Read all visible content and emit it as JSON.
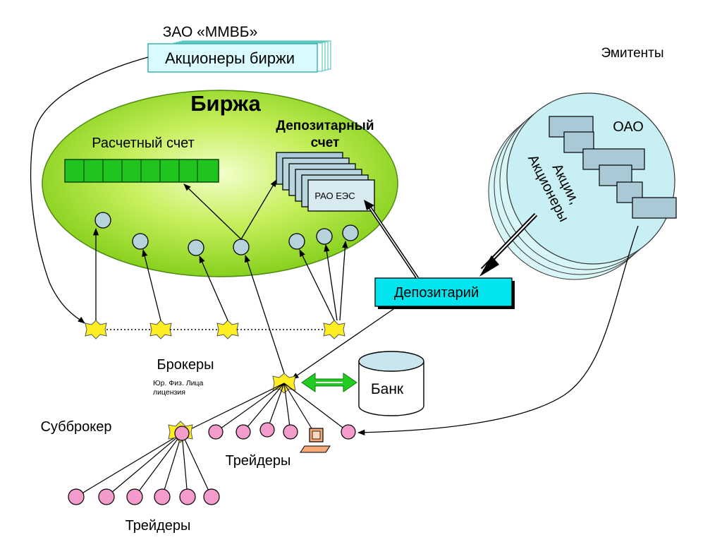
{
  "header": {
    "org": "ЗАО «ММВБ»",
    "shareholders": "Акционеры биржи"
  },
  "exchange": {
    "title": "Биржа",
    "settlement_account": "Расчетный счет",
    "depository_account_line1": "Депозитарный",
    "depository_account_line2": "счет",
    "rao_card": "РАО ЕЭС"
  },
  "issuers": {
    "label": "Эмитенты",
    "oao": "ОАО",
    "shares_line1": "Акции,",
    "shares_line2": "Акционеры"
  },
  "depository": {
    "label": "Депозитарий"
  },
  "brokers": {
    "label": "Брокеры",
    "sub1": "Юр. Физ. Лица",
    "sub2": "лицензия"
  },
  "bank": {
    "label": "Банк"
  },
  "subbroker": {
    "label": "Субброкер"
  },
  "traders": {
    "label_right": "Трейдеры",
    "label_bottom": "Трейдеры"
  },
  "colors": {
    "exchange_green": "#8fd11a",
    "account_green": "#1fc41f",
    "issuer_fill": "#c8f0f4",
    "depository_cyan": "#00e5ee",
    "node_blue": "#b6d3dc",
    "trader_pink": "#f39ccb",
    "broker_yellow": "#ffee22",
    "arrow_green": "#22cc22"
  }
}
